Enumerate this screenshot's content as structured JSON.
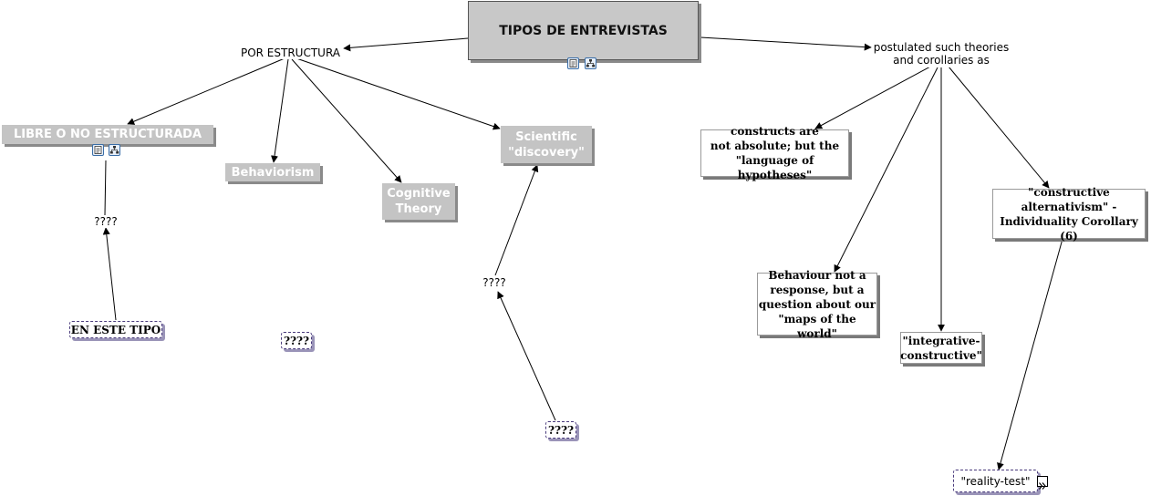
{
  "map": {
    "root": "TIPOS DE ENTREVISTAS",
    "por_estructura": "POR ESTRUCTURA",
    "postulated": "postulated such theories\nand corollaries as",
    "libre": "LIBRE O NO ESTRUCTURADA",
    "behaviorism": "Behaviorism",
    "cognitive": "Cognitive\nTheory",
    "scientific": "Scientific\n\"discovery\"",
    "q1": "????",
    "en_este_tipo": "EN ESTE TIPO",
    "q2": "????",
    "q3": "????",
    "q4": "????",
    "constructs": "constructs are\nnot absolute; but the\n\"language of hypotheses\"",
    "constructive": "\"constructive\nalternativism\" -\nIndividuality Corollary (6)",
    "behaviour": "Behaviour not a\nresponse, but a\nquestion about our\n\"maps of the world\"",
    "integrative": "\"integrative-\nconstructive\"",
    "reality": "\"reality-test\""
  },
  "icons": [
    "resource-list-icon",
    "concept-map-icon",
    "expand-icon"
  ],
  "colors": {
    "grey_node": "#c4c4c4",
    "dashed_border": "#4a3b7c",
    "icon_border": "#3a6ea8"
  }
}
